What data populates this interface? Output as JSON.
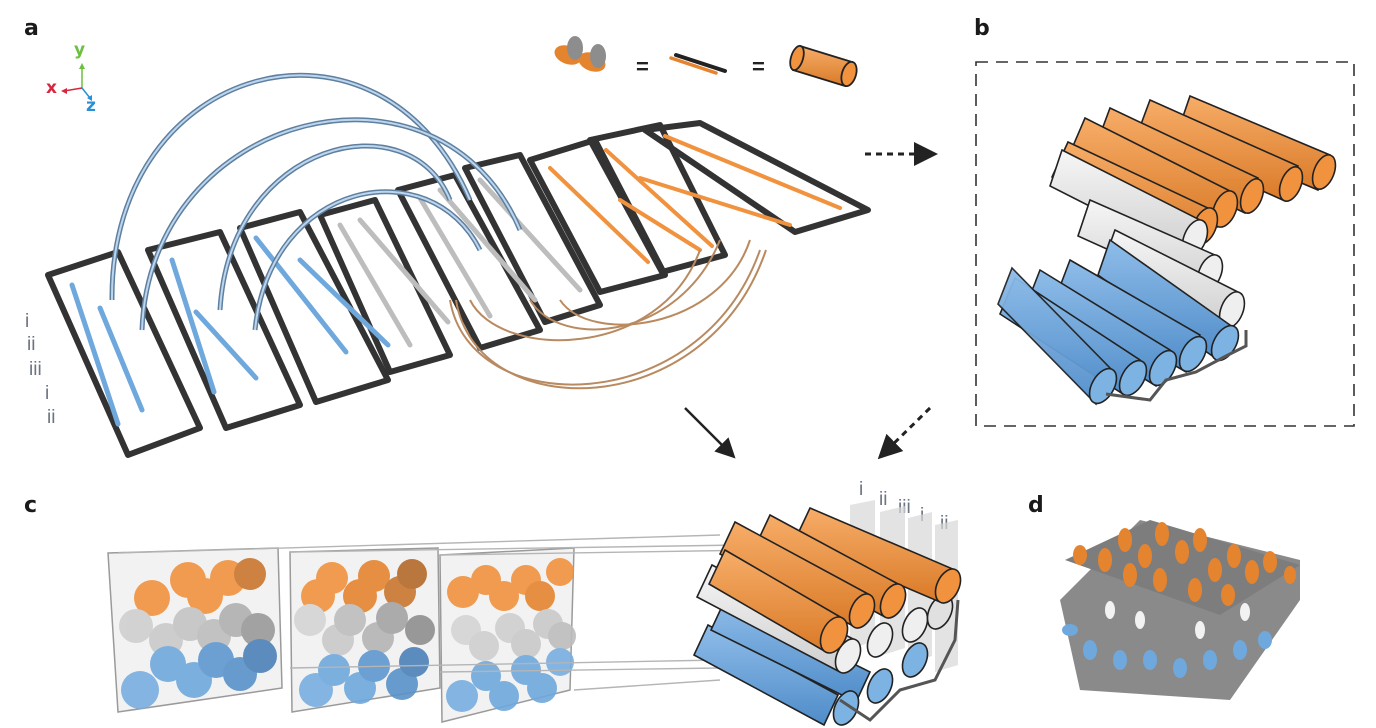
{
  "panels": {
    "a": "a",
    "b": "b",
    "c": "c",
    "d": "d"
  },
  "axes": {
    "x": {
      "label": "x",
      "color": "#d7263d"
    },
    "y": {
      "label": "y",
      "color": "#6cbf3f"
    },
    "z": {
      "label": "z",
      "color": "#2a8fd6"
    }
  },
  "legend_equation": {
    "equals_1": "=",
    "equals_2": "=",
    "items": [
      "helix-model-icon",
      "strand-pair-icon",
      "cylinder-icon"
    ]
  },
  "layer_labels_a": [
    "i",
    "ii",
    "iii",
    "i",
    "ii"
  ],
  "layer_labels_c_stack": [
    "i",
    "ii",
    "iii",
    "i",
    "ii"
  ],
  "slice_labels_c": [
    "i",
    "ii",
    "iii"
  ],
  "colors": {
    "orange": "#f0923e",
    "grey": "#e6e6e6",
    "blue": "#6fa8dc",
    "outline": "#222222",
    "frame": "#3a3a3a",
    "bridge_orange": "#b98a60"
  }
}
